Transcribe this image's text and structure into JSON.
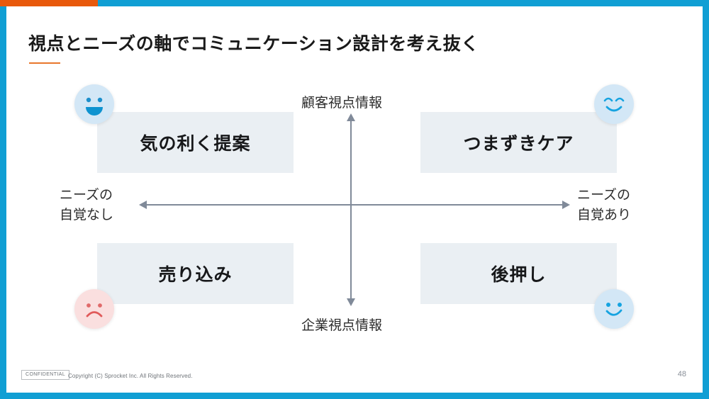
{
  "slide": {
    "title": "視点とニーズの軸でコミュニケーション設計を考え抜く",
    "page_number": "48",
    "accent_orange": "#e8590c",
    "accent_blue": "#109fd4",
    "box_fill": "#eaeff3",
    "axis_color": "#808a99"
  },
  "matrix": {
    "axis_labels": {
      "top": "顧客視点情報",
      "bottom": "企業視点情報",
      "left_line1": "ニーズの",
      "left_line2": "自覚なし",
      "right_line1": "ニーズの",
      "right_line2": "自覚あり"
    },
    "quadrants": [
      {
        "position": "top-left",
        "label": "気の利く提案",
        "icon": "grinning-face-icon",
        "icon_tone": "blue"
      },
      {
        "position": "top-right",
        "label": "つまずきケア",
        "icon": "relieved-face-icon",
        "icon_tone": "blue"
      },
      {
        "position": "bottom-left",
        "label": "売り込み",
        "icon": "frowning-face-icon",
        "icon_tone": "pink"
      },
      {
        "position": "bottom-right",
        "label": "後押し",
        "icon": "smiling-face-icon",
        "icon_tone": "blue"
      }
    ]
  },
  "footer": {
    "confidential_badge": "CONFIDENTIAL",
    "copyright": "Copyright (C) Sprocket Inc. All Rights Reserved."
  }
}
